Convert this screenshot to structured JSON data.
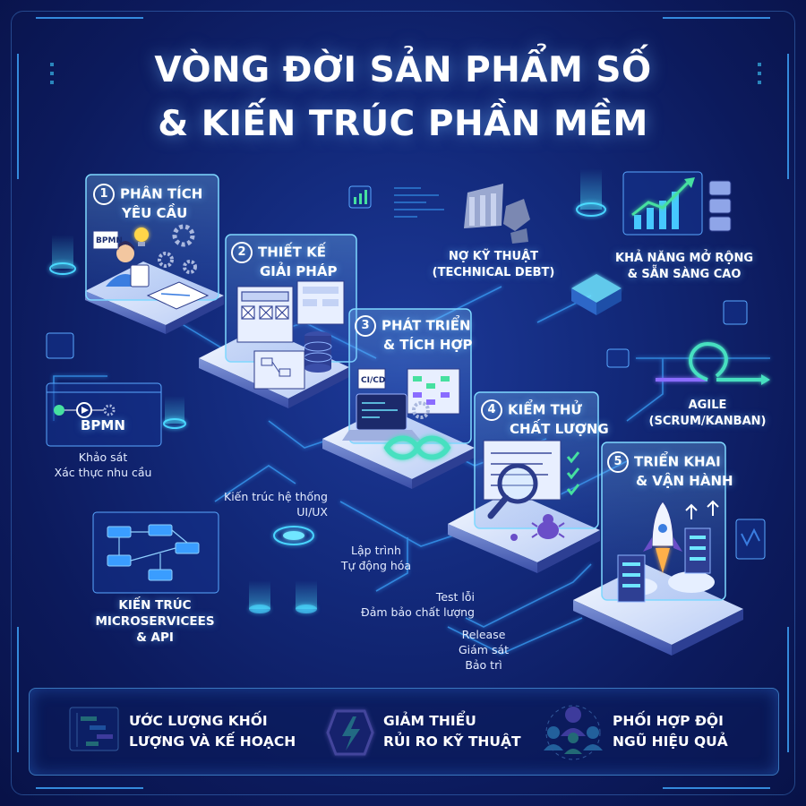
{
  "title": {
    "line1": "VÒNG ĐỜI SẢN PHẨM SỐ",
    "line2": "& KIẾN TRÚC PHẦN MỀM"
  },
  "steps": [
    {
      "number": "1",
      "title_line1": "PHÂN TÍCH",
      "title_line2": "YÊU CẦU"
    },
    {
      "number": "2",
      "title_line1": "THIẾT KẾ",
      "title_line2": "GIẢI PHÁP"
    },
    {
      "number": "3",
      "title_line1": "PHÁT TRIỂN",
      "title_line2": "& TÍCH HỢP"
    },
    {
      "number": "4",
      "title_line1": "KIỂM THỬ",
      "title_line2": "CHẤT LƯỢNG"
    },
    {
      "number": "5",
      "title_line1": "TRIỂN KHAI",
      "title_line2": "& VẬN HÀNH"
    }
  ],
  "notes": {
    "analysis": [
      "Khảo sát",
      "Xác thực nhu cầu"
    ],
    "design": [
      "Kiến trúc hệ thống",
      "UI/UX"
    ],
    "development": [
      "Lập trình",
      "Tự động hóa"
    ],
    "testing": [
      "Test lỗi",
      "Đảm bảo chất lượng"
    ],
    "deployment": [
      "Release",
      "Giám sát",
      "Bảo trì"
    ]
  },
  "concepts": {
    "bpmn": "BPMN",
    "bpmn_tag": "BPMN",
    "cicd_tag": "CI/CD",
    "microservices": [
      "KIẾN TRÚC",
      "MICROSERVICEES",
      "& API"
    ],
    "tech_debt": [
      "NỢ KỸ THUẬT",
      "(TECHNICAL DEBT)"
    ],
    "scalability": [
      "KHẢ NĂNG MỞ RỘNG",
      "& SẴN SÀNG CAO"
    ],
    "agile": [
      "AGILE",
      "(SCRUM/KANBAN)"
    ]
  },
  "benefits": [
    {
      "line1": "ƯỚC LƯỢNG KHỐI",
      "line2": "LƯỢNG VÀ KẾ HOẠCH",
      "icon": "gantt-chart-icon"
    },
    {
      "line1": "GIẢM THIỂU",
      "line2": "RỦI RO KỸ THUẬT",
      "icon": "lightning-shield-icon"
    },
    {
      "line1": "PHỐI HỢP ĐỘI",
      "line2": "NGŨ HIỆU QUẢ",
      "icon": "team-icon"
    }
  ],
  "colors": {
    "background": "#0c1a5c",
    "accent_cyan": "#4fd8ff",
    "accent_green": "#46e0a0",
    "accent_purple": "#8a6cff",
    "panel": "#dbe6ff"
  }
}
